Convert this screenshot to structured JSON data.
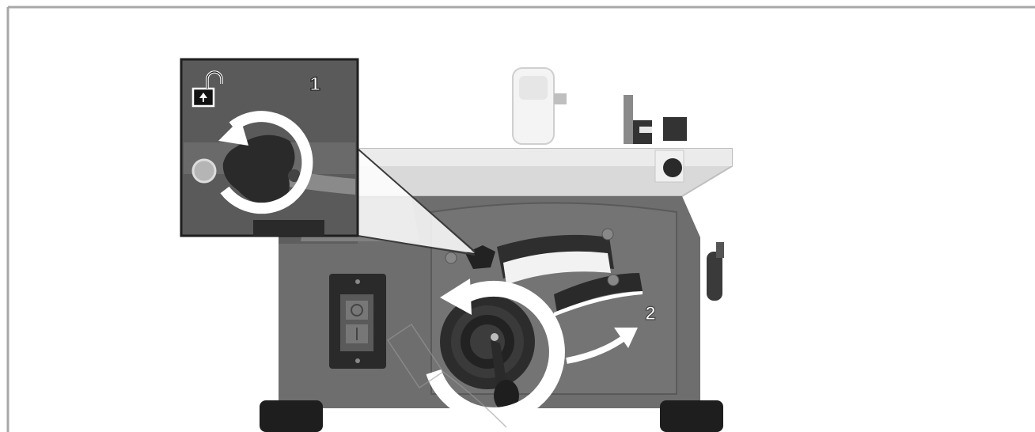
{
  "callouts": {
    "step1": "1",
    "step2": "2"
  },
  "icons": {
    "unlock": "unlock-icon",
    "rotate_ccw": "rotate-counterclockwise-arrow",
    "tilt_arrow": "tilt-direction-arrow"
  },
  "colors": {
    "frame_border": "#a8a8a8",
    "body": "#6e6e6e",
    "body_dark": "#4e4e4e",
    "inset_bg": "#5a5a5a",
    "knob": "#2a2a2a",
    "arrow": "#ffffff"
  }
}
